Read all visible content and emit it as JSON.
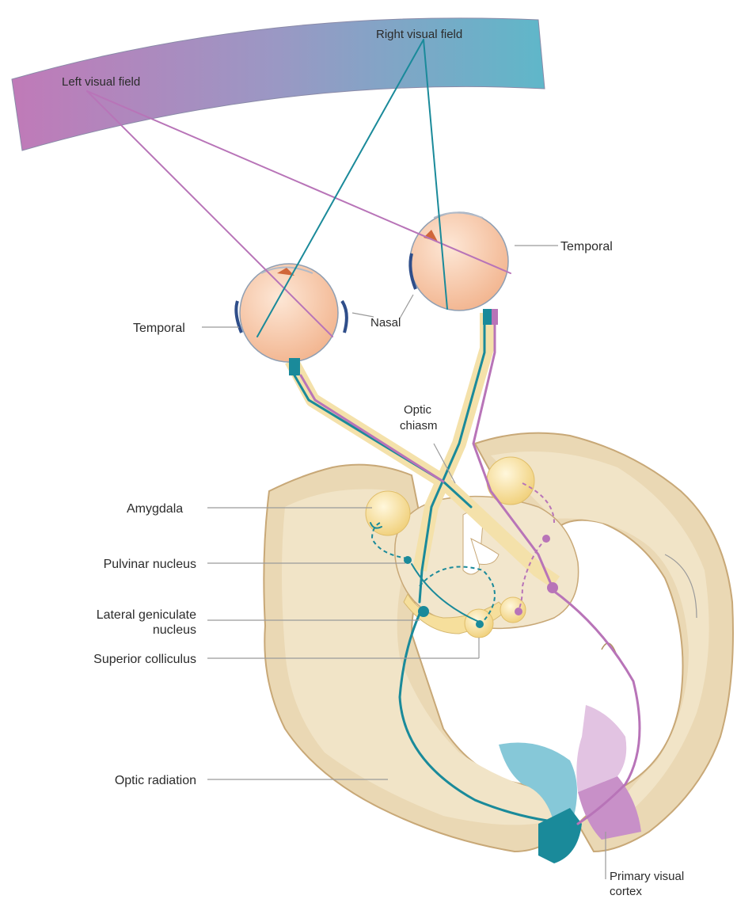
{
  "labels": {
    "left_visual_field": "Left visual field",
    "right_visual_field": "Right visual field",
    "temporal_right": "Temporal",
    "temporal_left": "Temporal",
    "nasal": "Nasal",
    "optic_chiasm_line1": "Optic",
    "optic_chiasm_line2": "chiasm",
    "amygdala": "Amygdala",
    "pulvinar_nucleus": "Pulvinar nucleus",
    "lateral_geniculate_line1": "Lateral geniculate",
    "lateral_geniculate_line2": "nucleus",
    "superior_colliculus": "Superior colliculus",
    "optic_radiation": "Optic radiation",
    "primary_visual_cortex_line1": "Primary visual",
    "primary_visual_cortex_line2": "cortex"
  },
  "colors": {
    "left_field": "#c07ab8",
    "right_field": "#5fb7c9",
    "teal_pathway": "#1a8a9a",
    "pink_pathway": "#b874b8",
    "brain_tissue": "#ead8b4",
    "brain_cortex": "#d7b98a",
    "eyeball": "#f6c6a6",
    "nucleus": "#f6df9c"
  }
}
